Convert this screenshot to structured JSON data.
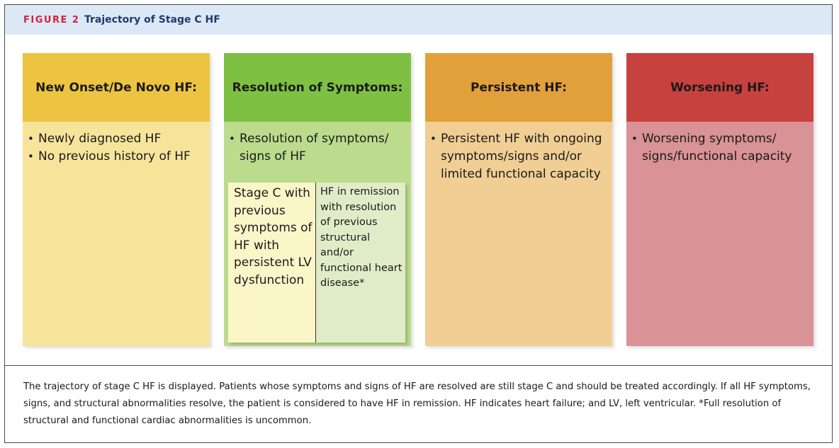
{
  "header": {
    "figure_label": "FIGURE 2",
    "figure_title": "Trajectory of Stage C HF"
  },
  "columns": [
    {
      "title": "New Onset/De Novo HF:",
      "bullets": [
        "Newly diagnosed HF",
        "No previous history of HF"
      ],
      "colors": {
        "header": "#ecc441",
        "body": "#f7e49b"
      }
    },
    {
      "title": "Resolution of Symptoms:",
      "bullets": [
        "Resolution of symptoms/ signs of HF"
      ],
      "colors": {
        "header": "#7ec142",
        "body": "#bcdb8c"
      },
      "subbox": {
        "left_text": "Stage C with previous symptoms of HF with persistent LV dysfunction",
        "right_text": "HF in remission with resolution of previous structural and/or functional heart disease*"
      }
    },
    {
      "title": "Persistent HF:",
      "bullets": [
        "Persistent HF with ongoing symptoms/signs and/or limited functional capacity"
      ],
      "colors": {
        "header": "#e2a03a",
        "body": "#f1ce94"
      }
    },
    {
      "title": "Worsening HF:",
      "bullets": [
        "Worsening symptoms/ signs/functional capacity"
      ],
      "colors": {
        "header": "#c7413f",
        "body": "#d99295"
      }
    }
  ],
  "caption": "The trajectory of stage C HF is displayed. Patients whose symptoms and signs of HF are resolved are still stage C and should be treated accordingly. If all HF symptoms, signs, and structural abnormalities resolve, the patient is considered to have HF in remission. HF indicates heart failure; and LV, left ventricular. *Full resolution of structural and functional cardiac abnormalities is uncommon."
}
